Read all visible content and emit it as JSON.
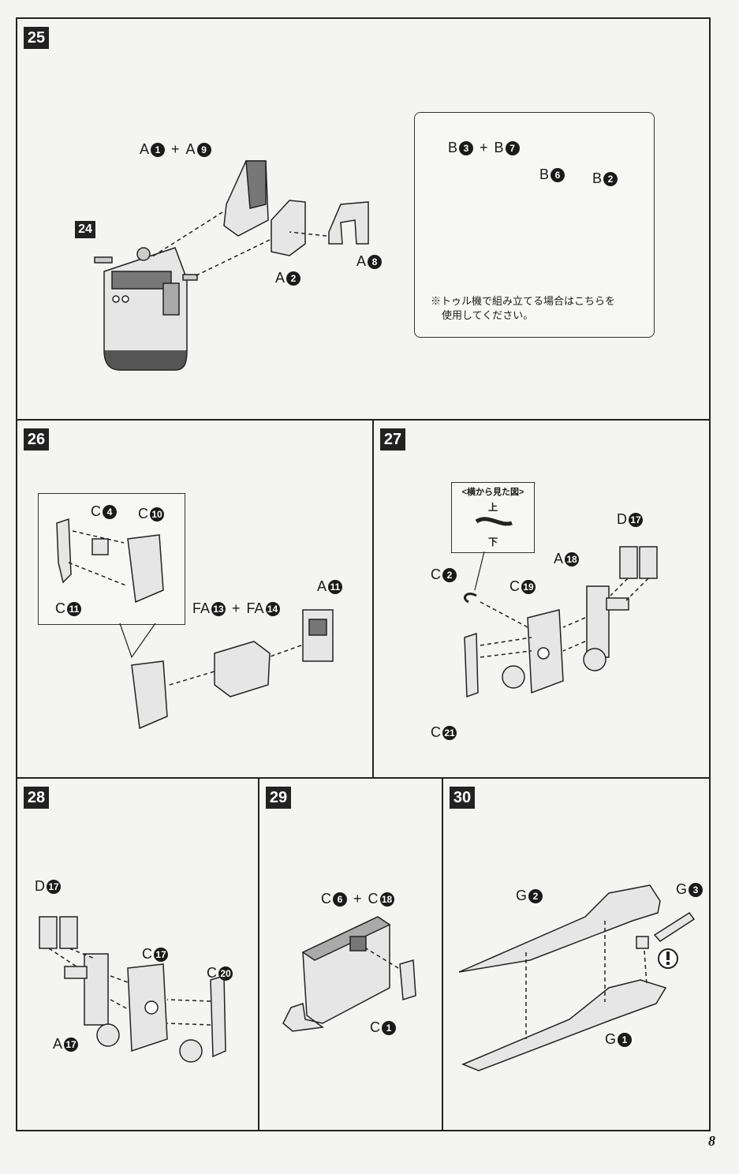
{
  "page_number": "8",
  "steps": {
    "s25": {
      "label": "25",
      "ref_part": "24",
      "combo_a": {
        "p1": "A",
        "n1": "1",
        "p2": "A",
        "n2": "9"
      },
      "part_a2": {
        "prefix": "A",
        "num": "2"
      },
      "part_a8": {
        "prefix": "A",
        "num": "8"
      },
      "alt": {
        "combo_b": {
          "p1": "B",
          "n1": "3",
          "p2": "B",
          "n2": "7"
        },
        "part_b6": {
          "prefix": "B",
          "num": "6"
        },
        "part_b2": {
          "prefix": "B",
          "num": "2"
        },
        "note_line1": "※トゥル機で組み立てる場合はこちらを",
        "note_line2": "使用してください。"
      }
    },
    "s26": {
      "label": "26",
      "part_c4": {
        "prefix": "C",
        "num": "4"
      },
      "part_c10": {
        "prefix": "C",
        "num": "10"
      },
      "part_c11": {
        "prefix": "C",
        "num": "11"
      },
      "combo_fa": {
        "p1": "FA",
        "n1": "13",
        "p2": "FA",
        "n2": "14"
      },
      "part_a11": {
        "prefix": "A",
        "num": "11"
      }
    },
    "s27": {
      "label": "27",
      "side_view": {
        "title": "<横から見た図>",
        "up": "上",
        "down": "下"
      },
      "part_c2": {
        "prefix": "C",
        "num": "2"
      },
      "part_c19": {
        "prefix": "C",
        "num": "19"
      },
      "part_a18": {
        "prefix": "A",
        "num": "18"
      },
      "part_d17": {
        "prefix": "D",
        "num": "17"
      },
      "part_c21": {
        "prefix": "C",
        "num": "21"
      }
    },
    "s28": {
      "label": "28",
      "part_d17": {
        "prefix": "D",
        "num": "17"
      },
      "part_c17": {
        "prefix": "C",
        "num": "17"
      },
      "part_c20": {
        "prefix": "C",
        "num": "20"
      },
      "part_a17": {
        "prefix": "A",
        "num": "17"
      }
    },
    "s29": {
      "label": "29",
      "combo_c": {
        "p1": "C",
        "n1": "6",
        "p2": "C",
        "n2": "18"
      },
      "part_c1": {
        "prefix": "C",
        "num": "1"
      }
    },
    "s30": {
      "label": "30",
      "part_g2": {
        "prefix": "G",
        "num": "2"
      },
      "part_g3": {
        "prefix": "G",
        "num": "3"
      },
      "part_g1": {
        "prefix": "G",
        "num": "1"
      },
      "caution_icon": "exclamation-circle-icon"
    }
  },
  "colors": {
    "ink": "#1a1a1a",
    "paper": "#f4f4f2",
    "part_fill": "#e6e6e6",
    "part_dark": "#555555"
  }
}
